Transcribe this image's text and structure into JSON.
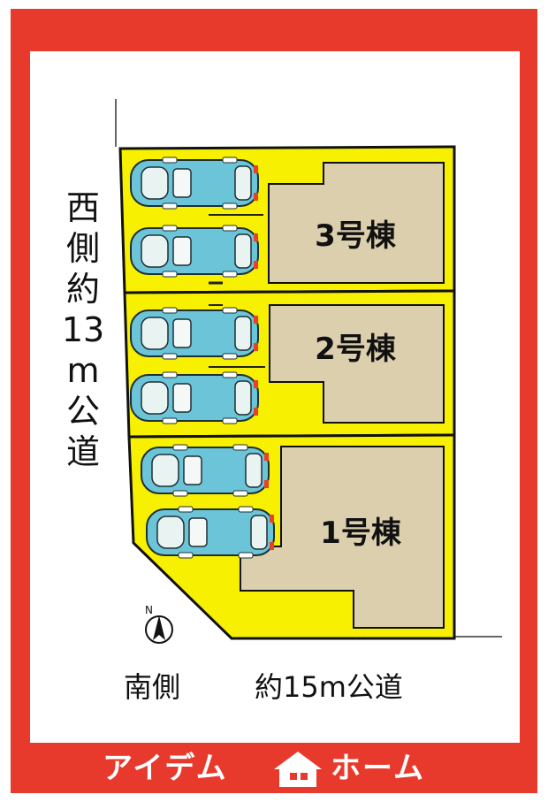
{
  "west_road_label": "西側 約13m公道",
  "south_road_label_side": "南側",
  "south_road_label_road": "約15m公道",
  "compass": {
    "letter": "N"
  },
  "buildings": [
    {
      "label": "3号棟"
    },
    {
      "label": "2号棟"
    },
    {
      "label": "1号棟"
    }
  ],
  "brand": {
    "left": "アイデム",
    "right": "ホーム"
  },
  "colors": {
    "frame_red": "#e83a2c",
    "lot_yellow": "#f7f000",
    "building_beige": "#dccfae",
    "car_blue": "#6cc4d8"
  }
}
